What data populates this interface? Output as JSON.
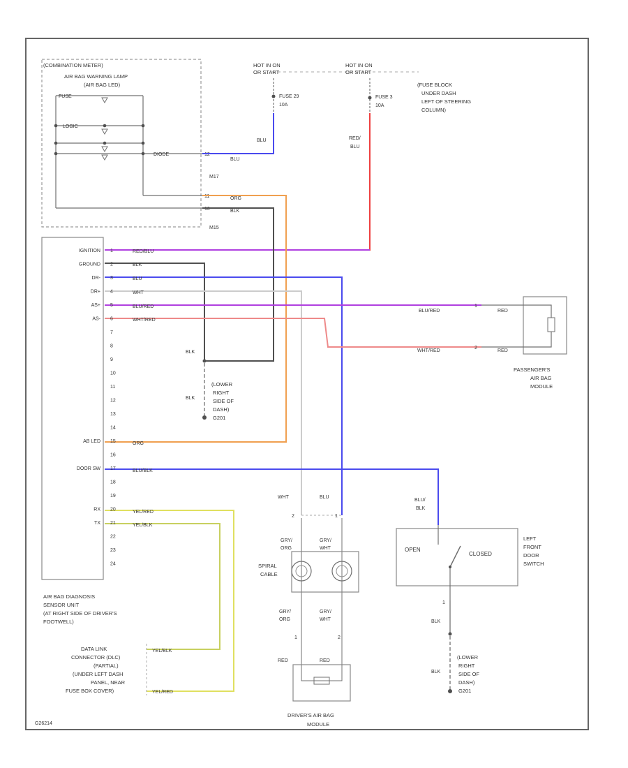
{
  "colors": {
    "blue": "#4a4aee",
    "orange": "#f0a050",
    "red": "#ee4040",
    "purple": "#b040e0",
    "pink": "#ee8a8a",
    "yellow": "#e0e060",
    "yellow_green": "#c8d060",
    "dark": "#505050",
    "grey": "#9a9a9a",
    "lightgrey": "#cccccc"
  },
  "combination_meter": {
    "title": "(COMBINATION METER)",
    "lamp_title": "AIR BAG WARNING LAMP",
    "lamp_subtitle": "(AIR BAG LED)",
    "inner_labels": [
      "FUSE",
      "LOGIC",
      "DIODE"
    ],
    "pins": [
      {
        "num": "12",
        "wire": "BLU"
      },
      {
        "num": "11",
        "wire": "ORG"
      },
      {
        "num": "10",
        "wire": "BLK"
      }
    ],
    "connectors": [
      "M17",
      "M15"
    ]
  },
  "power": {
    "source_a": {
      "title1": "HOT IN ON",
      "title2": "OR START",
      "fuse_name": "FUSE 29",
      "fuse_amps": "10A",
      "wire": "BLU"
    },
    "source_b": {
      "title1": "HOT IN ON",
      "title2": "OR START",
      "fuse_name": "FUSE 3",
      "fuse_amps": "10A",
      "wire1": "RED/",
      "wire2": "BLU"
    },
    "fuse_block": [
      "(FUSE BLOCK",
      "UNDER DASH",
      "LEFT OF STEERING",
      "COLUMN)"
    ]
  },
  "sensor_unit": {
    "pin_labels": [
      "IGNITION",
      "GROUND",
      "DR-",
      "DR+",
      "AS+",
      "AS-",
      "",
      "",
      "",
      "",
      "",
      "",
      "",
      "",
      "AB LED",
      "",
      "DOOR SW",
      "",
      "",
      "RX",
      "TX",
      "",
      "",
      ""
    ],
    "pin_numbers": [
      "1",
      "2",
      "3",
      "4",
      "5",
      "6",
      "7",
      "8",
      "9",
      "10",
      "11",
      "12",
      "13",
      "14",
      "15",
      "16",
      "17",
      "18",
      "19",
      "20",
      "21",
      "22",
      "23",
      "24"
    ],
    "wire_labels": {
      "p1": "RED/BLU",
      "p2": "BLK",
      "p3": "BLU",
      "p4": "WHT",
      "p5": "BLU/RED",
      "p6": "WHT/RED",
      "p15": "ORG",
      "p17": "BLU/BLK",
      "p20": "YEL/RED",
      "p21": "YEL/BLK"
    },
    "caption": [
      "AIR BAG DIAGNOSIS",
      "SENSOR UNIT",
      "(AT RIGHT SIDE OF DRIVER'S",
      "FOOTWELL)"
    ]
  },
  "ground_1": {
    "wire_top": "BLK",
    "wire_bottom": "BLK",
    "caption": [
      "(LOWER",
      "RIGHT",
      "SIDE OF",
      "DASH)",
      "G201"
    ]
  },
  "passenger_module": {
    "wire_top": "BLU/RED",
    "wire_bottom": "WHT/RED",
    "term1": "RED",
    "term2": "RED",
    "pin1": "1",
    "pin2": "2",
    "caption": [
      "PASSENGER'S",
      "AIR BAG",
      "MODULE"
    ]
  },
  "spiral": {
    "wire_left": "WHT",
    "wire_right": "BLU",
    "pin_left": "2",
    "pin_right": "1",
    "top_left": [
      "GRY/",
      "ORG"
    ],
    "top_right": [
      "GRY/",
      "WHT"
    ],
    "bottom_left": [
      "GRY/",
      "ORG"
    ],
    "bottom_right": [
      "GRY/",
      "WHT"
    ],
    "label": [
      "SPIRAL",
      "CABLE"
    ]
  },
  "driver_module": {
    "term_left": "RED",
    "term_right": "RED",
    "pin_left": "1",
    "pin_right": "2",
    "caption": [
      "DRIVER'S AIR BAG",
      "MODULE"
    ]
  },
  "door_switch": {
    "wire1": "BLU/",
    "wire2": "BLK",
    "open": "OPEN",
    "closed": "CLOSED",
    "pin": "1",
    "caption": [
      "LEFT",
      "FRONT",
      "DOOR",
      "SWITCH"
    ]
  },
  "ground_2": {
    "wire_top": "BLK",
    "wire_bottom": "BLK",
    "caption": [
      "(LOWER",
      "RIGHT",
      "SIDE OF",
      "DASH)",
      "G201"
    ]
  },
  "dlc": {
    "wire1": "YEL/BLK",
    "wire2": "YEL/RED",
    "caption": [
      "DATA LINK",
      "CONNECTOR (DLC)",
      "(PARTIAL)",
      "(UNDER LEFT DASH",
      "PANEL, NEAR",
      "FUSE BOX COVER)"
    ]
  },
  "footer_code": "G26214"
}
